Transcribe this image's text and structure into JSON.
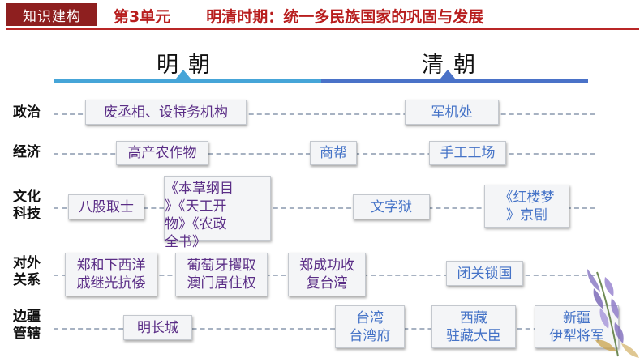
{
  "header": {
    "tag": "知识建构",
    "unit": "第3单元",
    "title": "明清时期：统一多民族国家的巩固与发展"
  },
  "eras": {
    "ming": "明朝",
    "qing": "清朝"
  },
  "rows": {
    "politics": "政治",
    "economy": "经济",
    "culture_l1": "文化",
    "culture_l2": "科技",
    "foreign_l1": "对外",
    "foreign_l2": "关系",
    "border_l1": "边疆",
    "border_l2": "管辖"
  },
  "items": {
    "abolish_pm": "废丞相、设特务机构",
    "grand_council": "军机处",
    "high_yield_crops": "高产农作物",
    "merchant_guilds": "商帮",
    "handicraft_workshops": "手工工场",
    "eight_legged": "八股取士",
    "books_l1": "《本草纲目",
    "books_l2": "》《天工开",
    "books_l3": "物》《农政",
    "books_l4": "全书》",
    "literary_inquisition": "文字狱",
    "red_mansion_l1": "《红楼梦",
    "red_mansion_l2": "》京剧",
    "zheng_he_l1": "郑和下西洋",
    "zheng_he_l2": "戚继光抗倭",
    "portugal_l1": "葡萄牙攫取",
    "portugal_l2": "澳门居住权",
    "zheng_cg_l1": "郑成功收",
    "zheng_cg_l2": "复台湾",
    "closed_door": "闭关锁国",
    "great_wall": "明长城",
    "taiwan_l1": "台湾",
    "taiwan_l2": "台湾府",
    "tibet_l1": "西藏",
    "tibet_l2": "驻藏大臣",
    "xinjiang_l1": "新疆",
    "xinjiang_l2": "伊犁将军"
  },
  "colors": {
    "header_red": "#8e1f1f",
    "ming_bar": "#46a5d8",
    "qing_bar": "#4a72c8",
    "ming_text": "#5a2d86",
    "qing_text": "#4573c7"
  }
}
